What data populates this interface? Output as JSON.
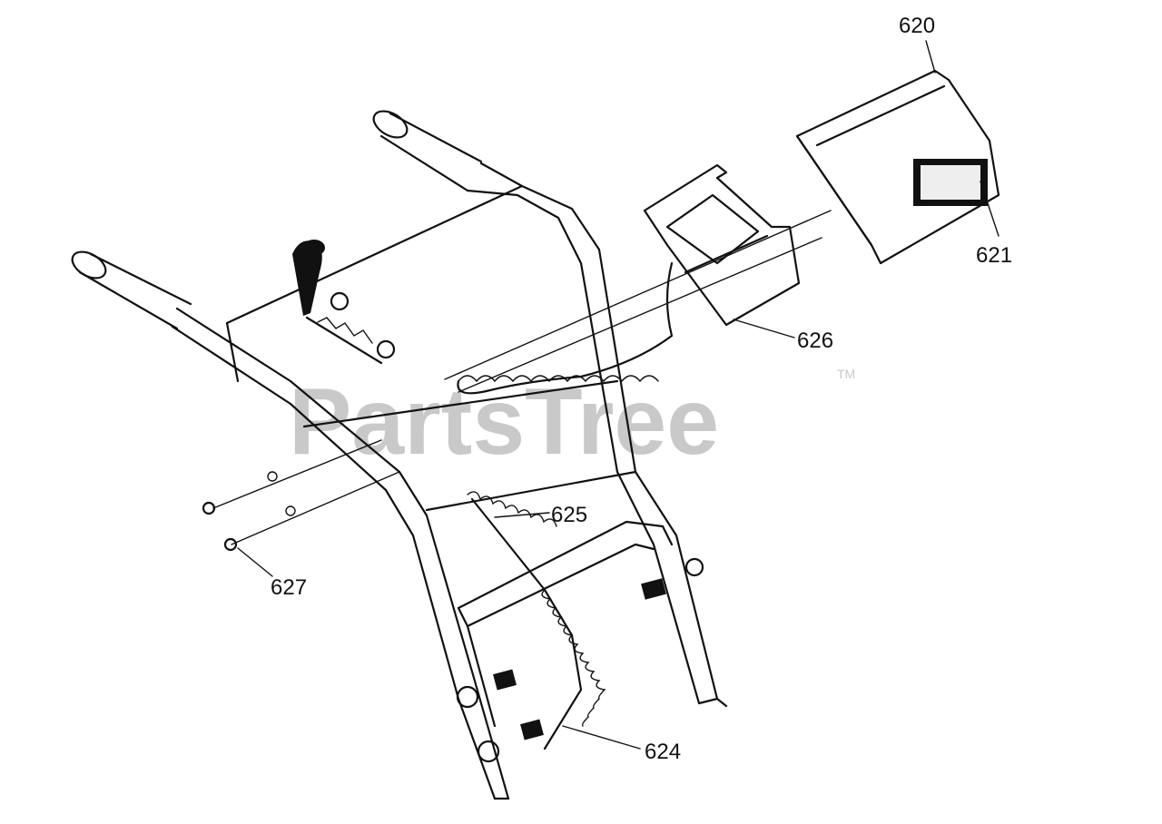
{
  "watermark": {
    "brand": "PartsTree",
    "trademark": "TM"
  },
  "callouts": [
    "620",
    "621",
    "626",
    "625",
    "627",
    "624"
  ],
  "icons": [
    "parts-diagram-handlebar",
    "shift-lever-knob",
    "headlight",
    "headlight-bracket",
    "wire-harness",
    "bolt"
  ]
}
